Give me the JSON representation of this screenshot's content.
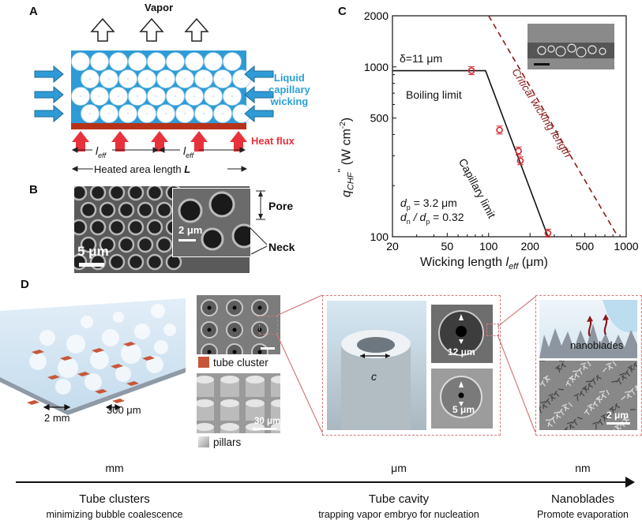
{
  "panelA": {
    "letter": "A",
    "vapor": "Vapor",
    "liquid_lines": [
      "Liquid",
      "capillary",
      "wicking"
    ],
    "heat_flux": "Heat flux",
    "leff": "l",
    "leff_sub": "eff",
    "heated_area": "Heated area length",
    "heated_area_var": "L",
    "colors": {
      "wick": "#2f9bd6",
      "sphere": "#ffffff",
      "substrate": "#b8321a",
      "heat": "#e8323b",
      "liquid_text": "#2aa0d8"
    }
  },
  "panelB": {
    "letter": "B",
    "pore": "Pore",
    "neck": "Neck",
    "scale_main": "5 μm",
    "scale_inset": "2 μm"
  },
  "panelC": {
    "letter": "C",
    "delta_label": "δ=11 μm",
    "boiling_limit": "Boiling limit",
    "capillary_limit": "Capillary limit",
    "critical_wicking": "Critical wicking length",
    "dp_label": "d",
    "dp_sub": "p",
    "dp_value": " = 3.2 μm",
    "dn_label": "d",
    "dn_sub": "n",
    "dn_mid": " / d",
    "dn_sub2": "p",
    "dn_value": " = 0.32",
    "ylabel_q": "q",
    "ylabel_sub": "CHF",
    "ylabel_prime": "\"",
    "ylabel_unit": "(W cm",
    "ylabel_exp": "-2",
    "ylabel_close": ")",
    "xlabel_main": "Wicking length ",
    "xlabel_l": "l",
    "xlabel_sub": "eff",
    "xlabel_unit": " (μm)"
  },
  "chart_data": {
    "type": "scatter",
    "xscale": "log",
    "yscale": "log",
    "xlim": [
      20,
      1000
    ],
    "ylim": [
      100,
      2000
    ],
    "xticks": [
      20,
      50,
      100,
      200,
      500,
      1000
    ],
    "yticks": [
      100,
      500,
      1000,
      2000
    ],
    "series": [
      {
        "values": [
          [
            75,
            950
          ],
          [
            120,
            425
          ],
          [
            165,
            320
          ],
          [
            170,
            280
          ],
          [
            270,
            105
          ]
        ]
      }
    ],
    "lines": [
      {
        "points": [
          [
            20,
            950
          ],
          [
            95,
            950
          ],
          [
            270,
            100
          ]
        ]
      },
      {
        "points": [
          [
            100,
            2000
          ],
          [
            870,
            100
          ]
        ]
      }
    ]
  },
  "panelD": {
    "letter": "D",
    "dim_2mm": "2 mm",
    "dim_300": "300 μm",
    "legend_tube": "tube cluster",
    "legend_pillars": "pillars",
    "scale_30": "30 μm",
    "cavity_c": "c",
    "cav_12": "12 μm",
    "cav_5": "5 μm",
    "nanoblades": "nanoblades",
    "scale_2": "2 μm",
    "colors": {
      "tube": "#c7573b",
      "dash": "#d27a7a"
    }
  },
  "axis": {
    "ticks": [
      "mm",
      "μm",
      "nm"
    ],
    "titles": [
      "Tube clusters",
      "Tube cavity",
      "Nanoblades"
    ],
    "subtitles": [
      "minimizing bubble coalescence",
      "trapping vapor embryo for nucleation",
      "Promote evaporation"
    ]
  }
}
